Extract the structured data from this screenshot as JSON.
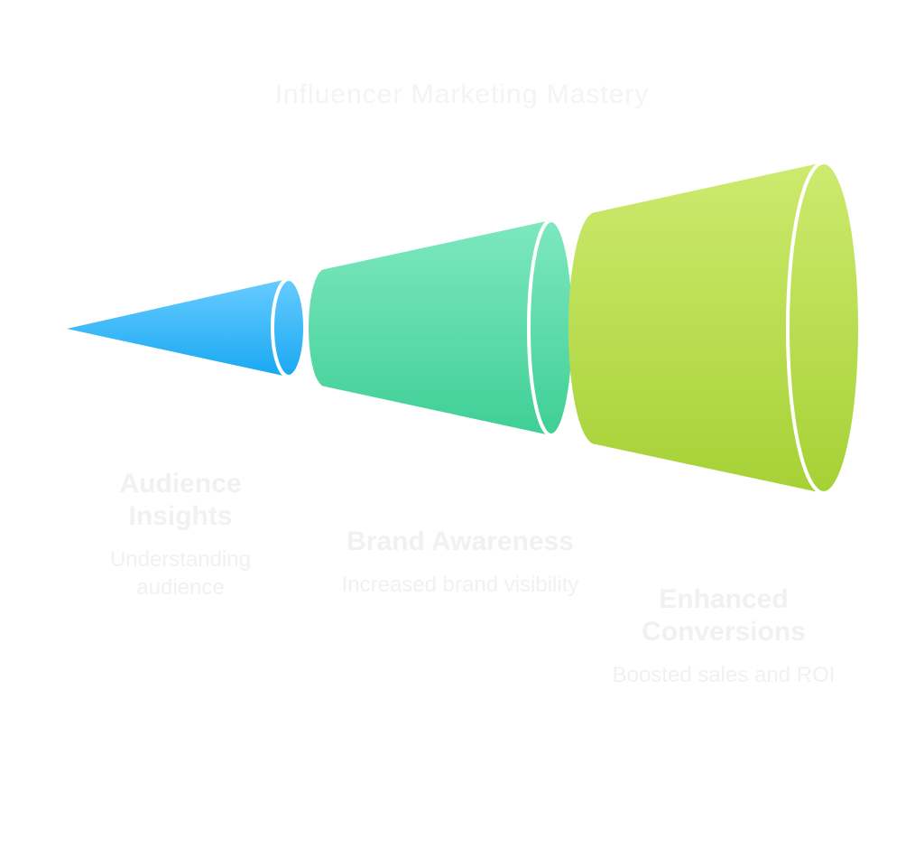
{
  "diagram": {
    "title": "Influencer Marketing Mastery",
    "stages": [
      {
        "label": "Audience Insights",
        "description": "Understanding audience"
      },
      {
        "label": "Brand Awareness",
        "description": "Increased brand visibility"
      },
      {
        "label": "Enhanced Conversions",
        "description": "Boosted sales and ROI"
      }
    ],
    "colors": {
      "stage_1": "#2bb3f7",
      "stage_2": "#4fd9a4",
      "stage_3": "#b4de4a",
      "text": "#f1f1f1",
      "background": "#ffffff"
    }
  }
}
